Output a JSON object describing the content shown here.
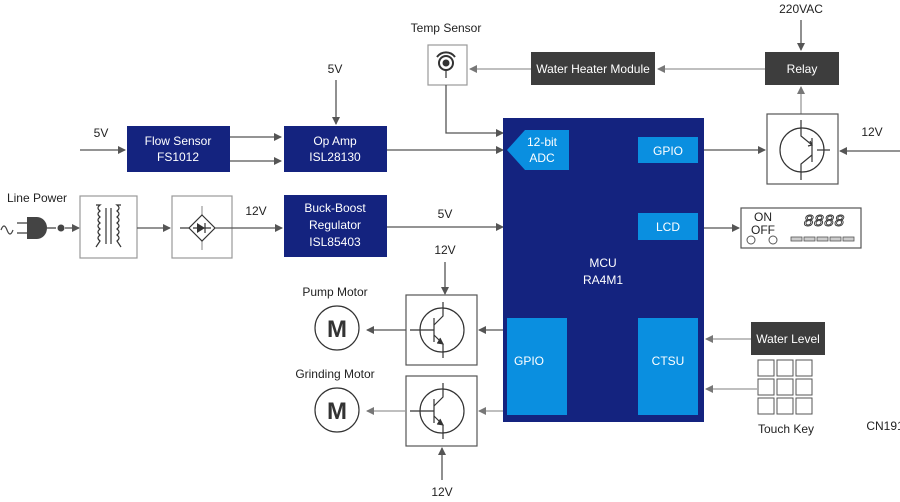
{
  "colors": {
    "navy": "#14237f",
    "light_blue": "#0a8fe0",
    "dark_gray": "#3d3d3d",
    "wire": "#555555",
    "box_border": "#999999"
  },
  "labels": {
    "temp_sensor": "Temp Sensor",
    "ac_input": "220VAC",
    "water_heater": "Water Heater Module",
    "relay": "Relay",
    "flow_5v": "5V",
    "flow_sensor_1": "Flow Sensor",
    "flow_sensor_2": "FS1012",
    "opamp_5v": "5V",
    "opamp_1": "Op Amp",
    "opamp_2": "ISL28130",
    "relay_12v": "12V",
    "line_power": "Line Power",
    "rect_12v": "12V",
    "buck_1": "Buck-Boost",
    "buck_2": "Regulator",
    "buck_3": "ISL85403",
    "buck_5v": "5V",
    "pump_12v": "12V",
    "pump_motor": "Pump Motor",
    "grinding_motor": "Grinding Motor",
    "grind_12v": "12V",
    "motor_glyph": "M",
    "water_level": "Water Level",
    "touch_key": "Touch Key",
    "figure_id": "CN191"
  },
  "mcu": {
    "title": "MCU",
    "part": "RA4M1",
    "adc_1": "12-bit",
    "adc_2": "ADC",
    "gpio_top": "GPIO",
    "lcd": "LCD",
    "gpio_bottom": "GPIO",
    "ctsu": "CTSU"
  },
  "lcd_panel": {
    "on": "ON",
    "off": "OFF",
    "digits": "8888"
  },
  "icons": [
    "ac-plug-icon",
    "transformer-icon",
    "rectifier-icon",
    "npn-transistor-icon",
    "motor-icon",
    "temp-sensor-icon",
    "lcd-display-icon",
    "touch-keypad-icon"
  ]
}
